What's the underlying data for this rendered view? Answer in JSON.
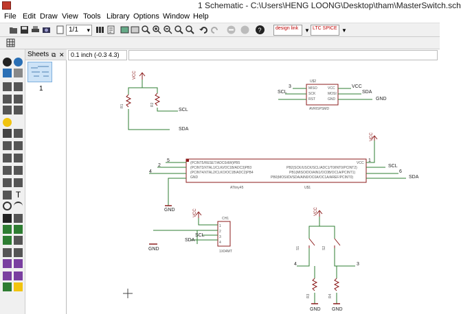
{
  "titlebar": {
    "title": "1 Schematic - C:\\Users\\HENG LOONG\\Desktop\\tham\\MasterSwitch.sch"
  },
  "menu": [
    "File",
    "Edit",
    "Draw",
    "View",
    "Tools",
    "Library",
    "Options",
    "Window",
    "Help"
  ],
  "toolbar": {
    "zoom_value": "1/1",
    "design_link_label": "design link",
    "ltc_spice_label": "LTC SPICE"
  },
  "sheets": {
    "header": "Sheets",
    "sheet_number": "1"
  },
  "coord": {
    "value": "0.1 inch (-0.3 4.3)"
  },
  "cmd": {
    "value": ""
  },
  "colors": {
    "wire": "#2e7d32",
    "part": "#8b1a1a",
    "accent": "#1976d2"
  },
  "schematic": {
    "vcc": "VCC",
    "gnd": "GND",
    "scl": "SCL",
    "sda": "SDA",
    "r1": "R1",
    "r2": "R2",
    "r3": "R3",
    "r4": "R4",
    "s1": "S1",
    "s2": "S2",
    "u2": "U$2",
    "u1": "U$1",
    "avrisp": "AVRISPSMD",
    "attiny": "ATtiny45",
    "header": "1X04MT",
    "header_name": "CH1",
    "n3": "3",
    "n2": "2",
    "n4": "4",
    "n5": "5",
    "n1": "1",
    "n6": "6",
    "isp_pins_left": [
      "MISO",
      "SCK",
      "RST"
    ],
    "isp_pins_right": [
      "VCC",
      "MOSI",
      "GND"
    ],
    "chip_pins_left": [
      "(PCINT5/RESET/ADC0/dW)PB5",
      "(PCINT3/XTAL1/CLKI/OC1B/ADC3)PB3",
      "(PCINT4/XTAL2/CLKO/OC1B/ADC2)PB4",
      "GND"
    ],
    "chip_pins_right": [
      "VCC",
      "PB2(SCK/USCK/SCL/ADC1/T0/INT0/PCINT2)",
      "PB1(MISO/DO/AIN1/OC0B/OC1A/PCINT1)",
      "PB0(MOSI/DI/SDA/AIN0/OC0A/OC1A/AREF/PCINT0)"
    ],
    "header_pins": [
      "1",
      "2",
      "3",
      "4"
    ]
  }
}
